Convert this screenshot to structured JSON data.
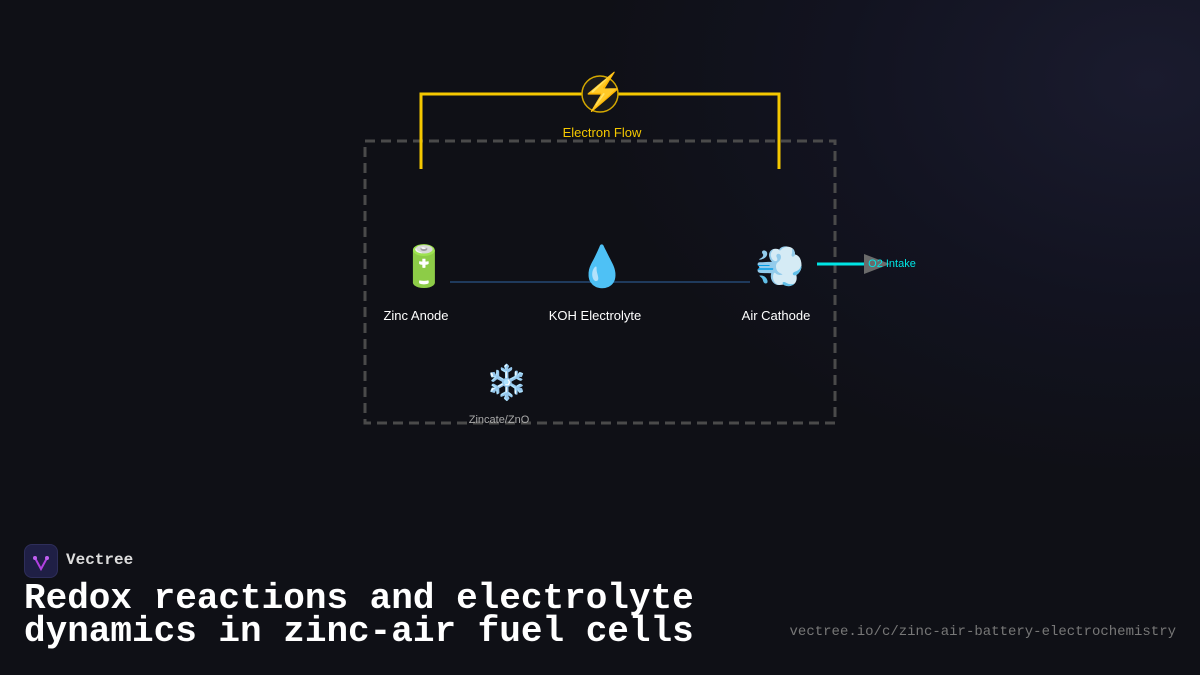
{
  "diagram": {
    "electron_flow": {
      "label": "Electron Flow",
      "icon": "lightning-icon",
      "color": "#f5c800"
    },
    "nodes": [
      {
        "label": "Zinc Anode",
        "icon": "battery-icon",
        "glyph": "🔋"
      },
      {
        "label": "KOH Electrolyte",
        "icon": "droplet-icon",
        "glyph": "💧"
      },
      {
        "label": "Air Cathode",
        "icon": "wind-icon",
        "glyph": "💨"
      }
    ],
    "byproduct": {
      "label": "Zincate/ZnO",
      "icon": "snowflake-icon",
      "glyph": "❄️"
    },
    "intake": {
      "label": "O2 Intake",
      "color": "#00e5e5"
    },
    "lightning_glyph": "⚡"
  },
  "brand": {
    "name": "Vectree"
  },
  "title": {
    "line1": "Redox reactions and electrolyte",
    "line2": "dynamics in zinc-air fuel cells"
  },
  "url": "vectree.io/c/zinc-air-battery-electrochemistry"
}
